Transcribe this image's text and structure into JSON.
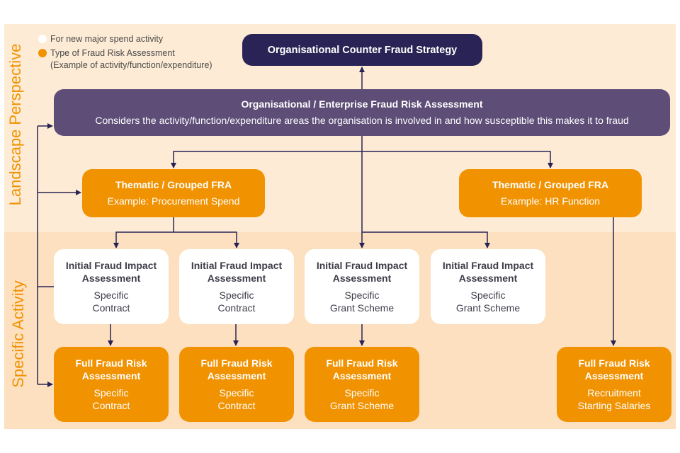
{
  "colors": {
    "navy": "#2a2456",
    "purple": "#5d4d77",
    "orange": "#f19200",
    "band_top": "#fdebd5",
    "band_bottom": "#fde0bf",
    "connector": "#2a2456"
  },
  "side_labels": {
    "landscape": "Landscape Perspective",
    "specific": "Specific Activity"
  },
  "legend": {
    "white_label": "For new major spend activity",
    "orange_label": "Type of Fraud Risk Assessment",
    "orange_sub": "(Example of activity/function/expenditure)"
  },
  "strategy": {
    "title": "Organisational Counter Fraud Strategy"
  },
  "enterprise": {
    "title": "Organisational / Enterprise Fraud Risk Assessment",
    "description": "Considers the activity/function/expenditure areas the organisation is involved in and how susceptible this makes it to fraud"
  },
  "thematic": [
    {
      "title": "Thematic / Grouped FRA",
      "example": "Example: Procurement Spend"
    },
    {
      "title": "Thematic / Grouped FRA",
      "example": "Example: HR Function"
    }
  ],
  "initial_assessments": [
    {
      "title1": "Initial Fraud Impact",
      "title2": "Assessment",
      "line1": "Specific",
      "line2": "Contract"
    },
    {
      "title1": "Initial Fraud Impact",
      "title2": "Assessment",
      "line1": "Specific",
      "line2": "Contract"
    },
    {
      "title1": "Initial Fraud Impact",
      "title2": "Assessment",
      "line1": "Specific",
      "line2": "Grant Scheme"
    },
    {
      "title1": "Initial Fraud Impact",
      "title2": "Assessment",
      "line1": "Specific",
      "line2": "Grant Scheme"
    }
  ],
  "full_assessments": [
    {
      "title1": "Full Fraud Risk",
      "title2": "Assessment",
      "line1": "Specific",
      "line2": "Contract"
    },
    {
      "title1": "Full Fraud Risk",
      "title2": "Assessment",
      "line1": "Specific",
      "line2": "Contract"
    },
    {
      "title1": "Full Fraud Risk",
      "title2": "Assessment",
      "line1": "Specific",
      "line2": "Grant Scheme"
    },
    {
      "title1": "Full Fraud Risk",
      "title2": "Assessment",
      "line1": "Recruitment",
      "line2": "Starting Salaries"
    }
  ]
}
